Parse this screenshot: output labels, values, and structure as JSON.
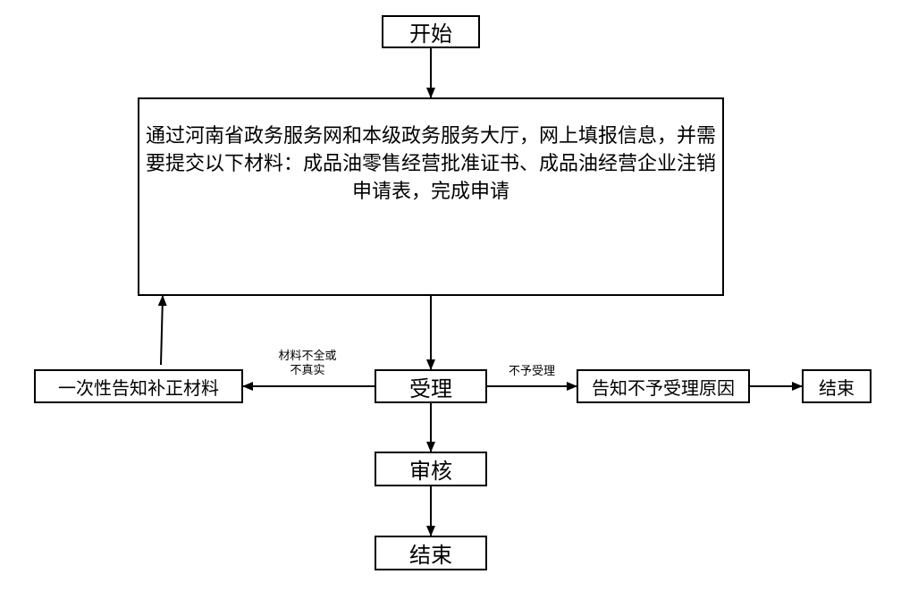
{
  "nodes": {
    "start": "开始",
    "apply": "通过河南省政务服务网和本级政务服务大厅，网上填报信息，并需要提交以下材料：成品油零售经营批准证书、成品油经营企业注销申请表，完成申请",
    "accept": "受理",
    "supplement": "一次性告知补正材料",
    "reject_reason": "告知不予受理原因",
    "end_reject": "结束",
    "review": "审核",
    "end": "结束"
  },
  "edges": {
    "incomplete_line1": "材料不全或",
    "incomplete_line2": "不真实",
    "not_accepted": "不予受理"
  }
}
